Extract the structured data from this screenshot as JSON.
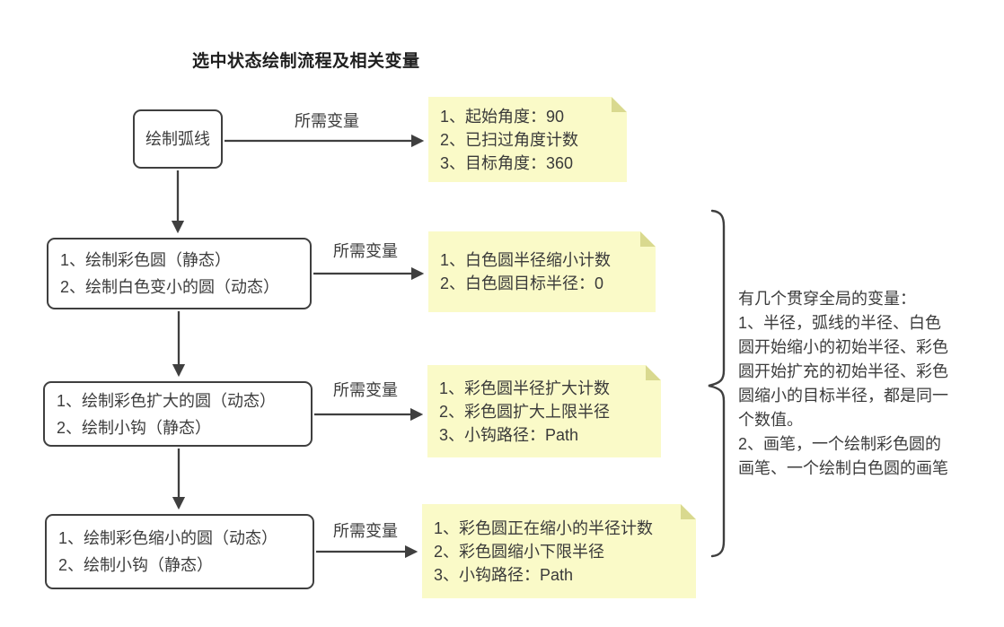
{
  "title": "选中状态绘制流程及相关变量",
  "flow": {
    "arrow_label": "所需变量",
    "boxes": [
      {
        "lines": [
          "绘制弧线"
        ]
      },
      {
        "lines": [
          "1、绘制彩色圆（静态）",
          "2、绘制白色变小的圆（动态）"
        ]
      },
      {
        "lines": [
          "1、绘制彩色扩大的圆（动态）",
          "2、绘制小钩（静态）"
        ]
      },
      {
        "lines": [
          "1、绘制彩色缩小的圆（动态）",
          "2、绘制小钩（静态）"
        ]
      }
    ]
  },
  "notes": [
    {
      "lines": [
        "1、起始角度：90",
        "2、已扫过角度计数",
        "3、目标角度：360"
      ]
    },
    {
      "lines": [
        "1、白色圆半径缩小计数",
        "2、白色圆目标半径：0"
      ]
    },
    {
      "lines": [
        "1、彩色圆半径扩大计数",
        "2、彩色圆扩大上限半径",
        "3、小钩路径：Path"
      ]
    },
    {
      "lines": [
        "1、彩色圆正在缩小的半径计数",
        "2、彩色圆缩小下限半径",
        "3、小钩路径：Path"
      ]
    }
  ],
  "annotation": {
    "text": "有几个贯穿全局的变量：\n1、半径，弧线的半径、白色\n圆开始缩小的初始半径、彩色\n圆开始扩充的初始半径、彩色\n圆缩小的目标半径，都是同一\n个数值。\n2、画笔，一个绘制彩色圆的\n画笔、一个绘制白色圆的画笔"
  },
  "colors": {
    "line": "#3f3f3f",
    "box_border": "#3f3f3f",
    "text": "#3c3c3c",
    "note_background": "#fafac8",
    "note_fold": "#d9d98f",
    "canvas_background": "#ffffff"
  }
}
